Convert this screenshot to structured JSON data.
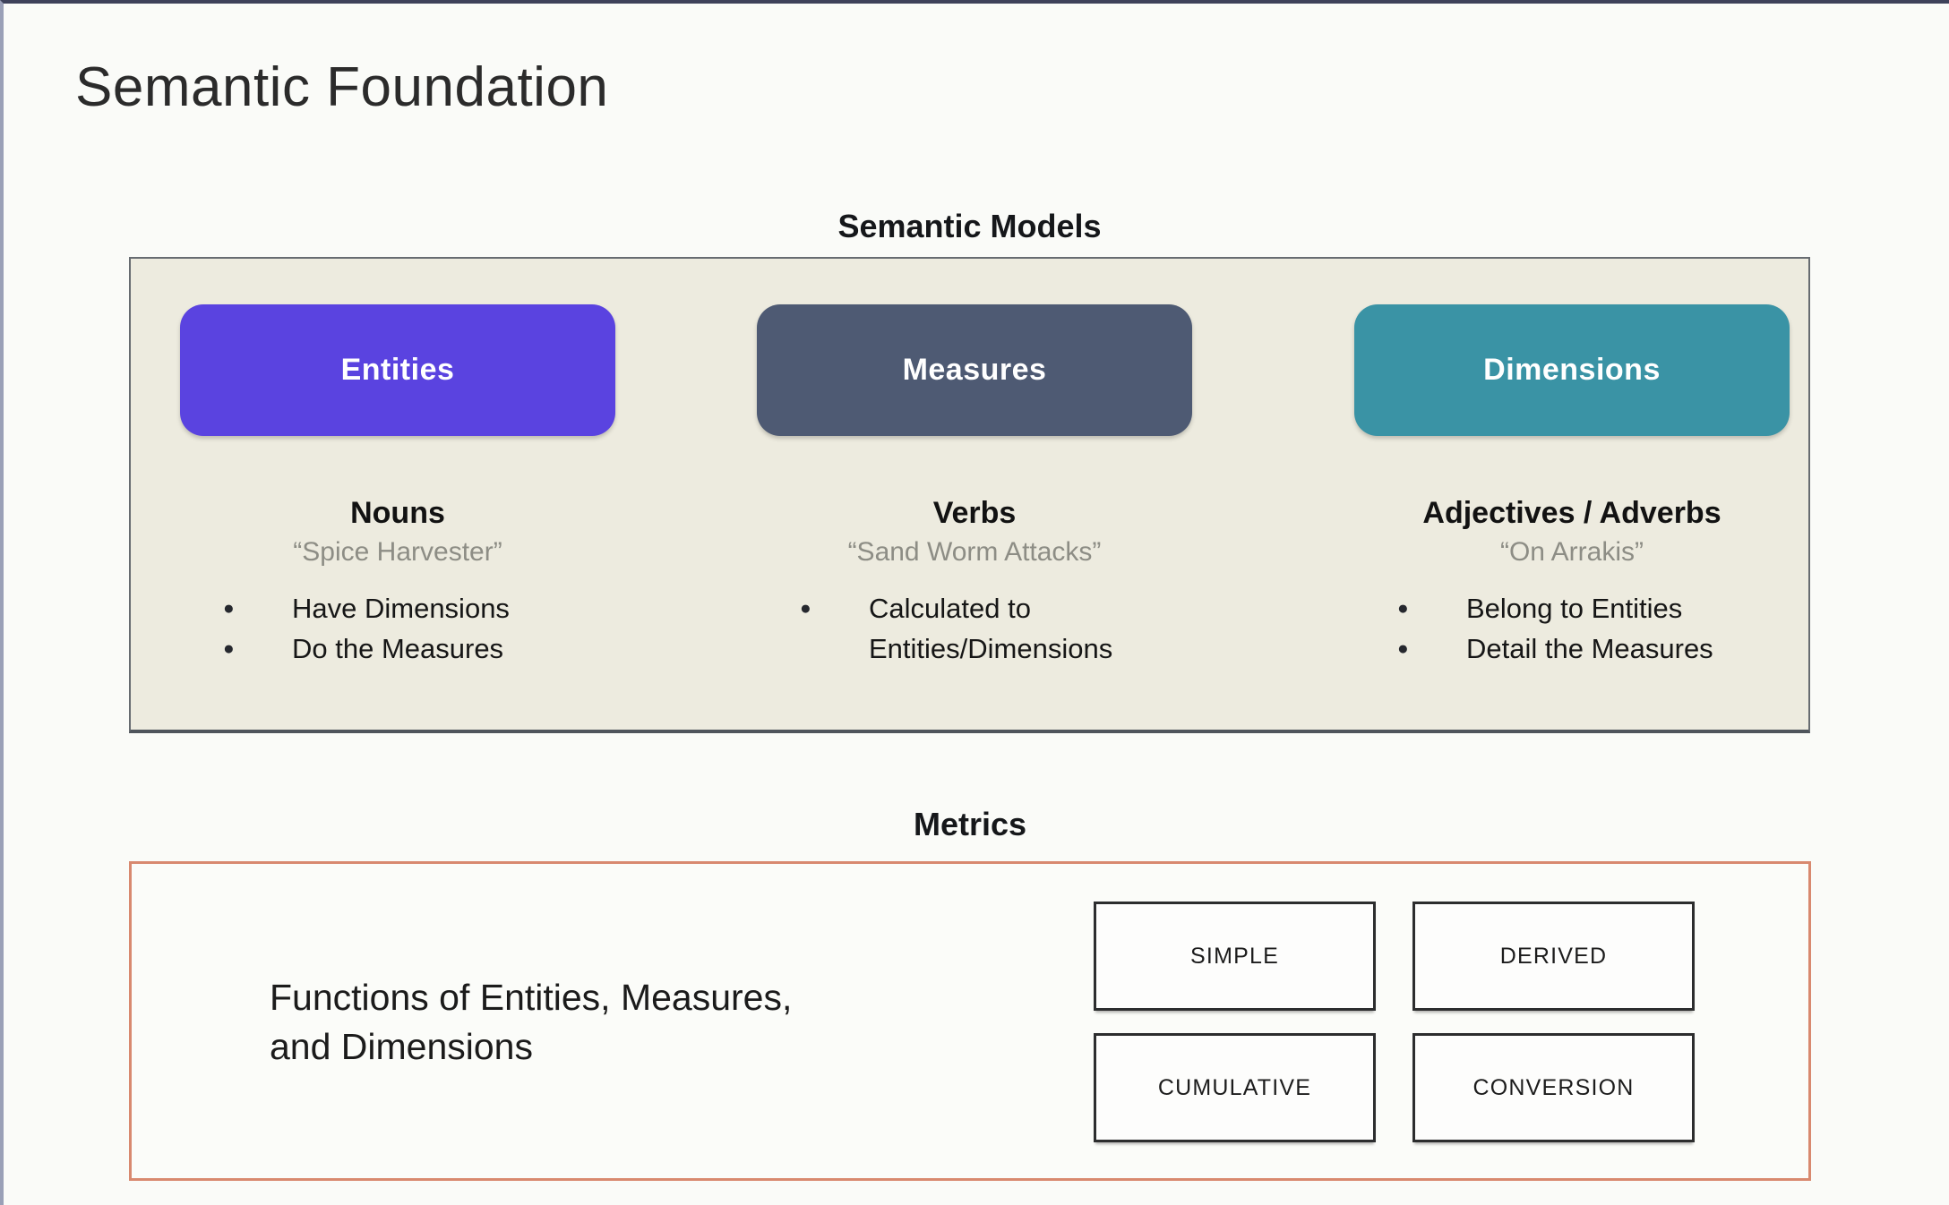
{
  "slide": {
    "title": "Semantic Foundation"
  },
  "semantic_models": {
    "heading": "Semantic Models",
    "columns": [
      {
        "pill_label": "Entities",
        "pill_color": "#5a43e0",
        "word_class": "Nouns",
        "example_quote": "“Spice Harvester”",
        "bullets": [
          "Have Dimensions",
          "Do the Measures"
        ]
      },
      {
        "pill_label": "Measures",
        "pill_color": "#4e5a73",
        "word_class": "Verbs",
        "example_quote": "“Sand Worm Attacks”",
        "bullets": [
          "Calculated to Entities/Dimensions"
        ]
      },
      {
        "pill_label": "Dimensions",
        "pill_color": "#3a93a5",
        "word_class": "Adjectives / Adverbs",
        "example_quote": "“On Arrakis”",
        "bullets": [
          "Belong to Entities",
          "Detail the Measures"
        ]
      }
    ]
  },
  "metrics": {
    "heading": "Metrics",
    "description": "Functions of Entities, Measures,\nand Dimensions",
    "types": [
      "SIMPLE",
      "DERIVED",
      "CUMULATIVE",
      "CONVERSION"
    ],
    "border_color": "#d8896f"
  },
  "colors": {
    "panel_background": "#edebdf",
    "pill_entities": "#5a43e0",
    "pill_measures": "#4e5a73",
    "pill_dimensions": "#3a93a5",
    "metrics_border": "#d8896f"
  }
}
